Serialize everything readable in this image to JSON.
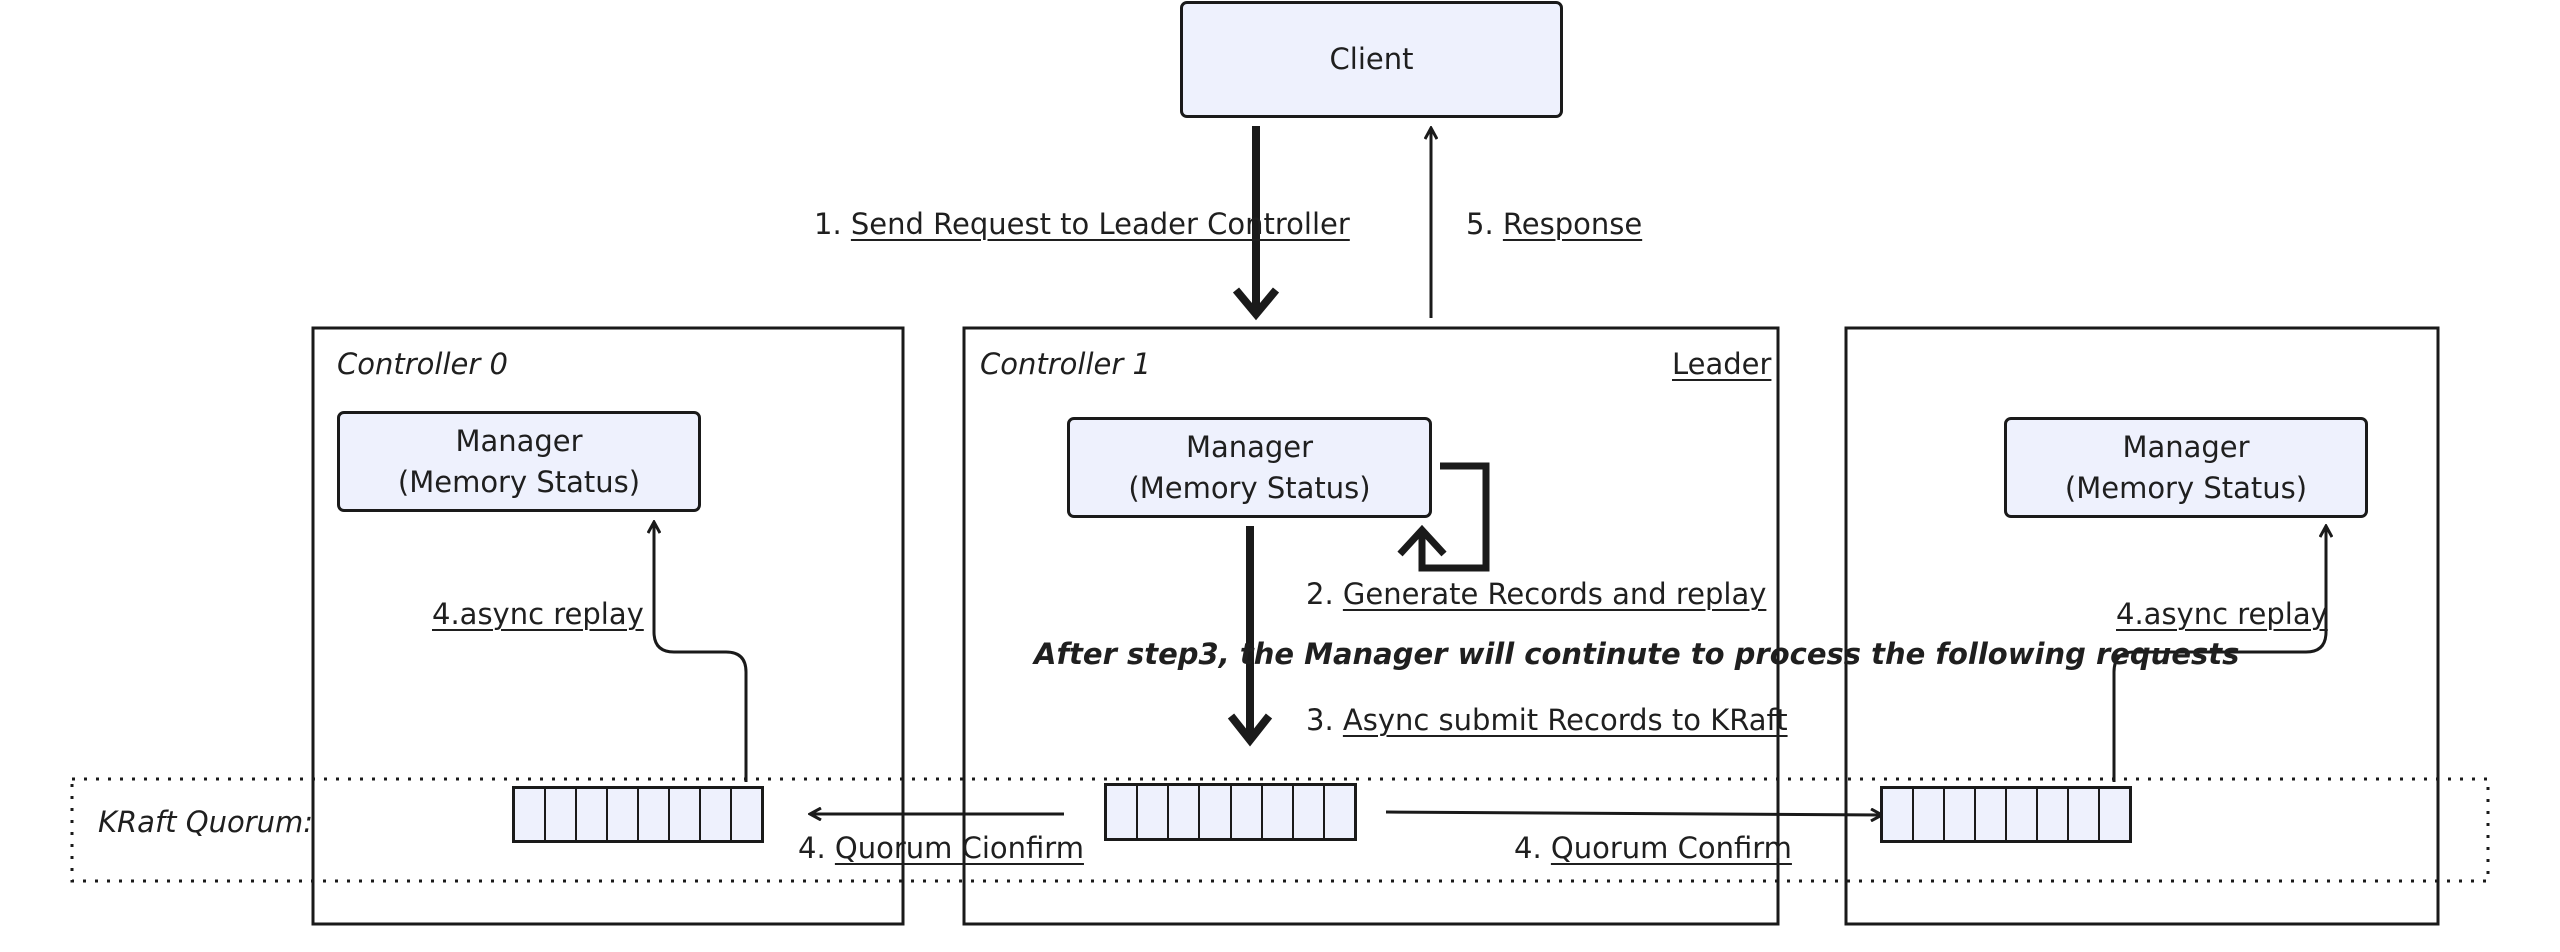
{
  "client": {
    "label": "Client"
  },
  "steps": {
    "send_prefix": "1.",
    "send": "Send Request to Leader Controller",
    "response_prefix": "5.",
    "response": "Response",
    "generate_prefix": "2.",
    "generate": "Generate Records and replay",
    "note": "After step3, the Manager will continute to process the following requests",
    "submit_prefix": "3.",
    "submit": "Async submit Records to KRaft",
    "confirm_prefix": "4.",
    "confirm_left": "Quorum Cionfirm",
    "confirm_right": "Quorum Confirm",
    "async_replay": "4.async replay"
  },
  "controllers": [
    {
      "name": "Controller 0",
      "tag": "",
      "manager_title": "Manager",
      "manager_sub": "(Memory Status)"
    },
    {
      "name": "Controller 1",
      "tag": "Leader",
      "manager_title": "Manager",
      "manager_sub": "(Memory Status)"
    },
    {
      "name": "",
      "tag": "",
      "manager_title": "Manager",
      "manager_sub": "(Memory Status)"
    }
  ],
  "quorum": {
    "label": "KRaft Quorum:"
  },
  "colors": {
    "box_fill": "#eef1fd",
    "stroke": "#1a1a1a"
  }
}
